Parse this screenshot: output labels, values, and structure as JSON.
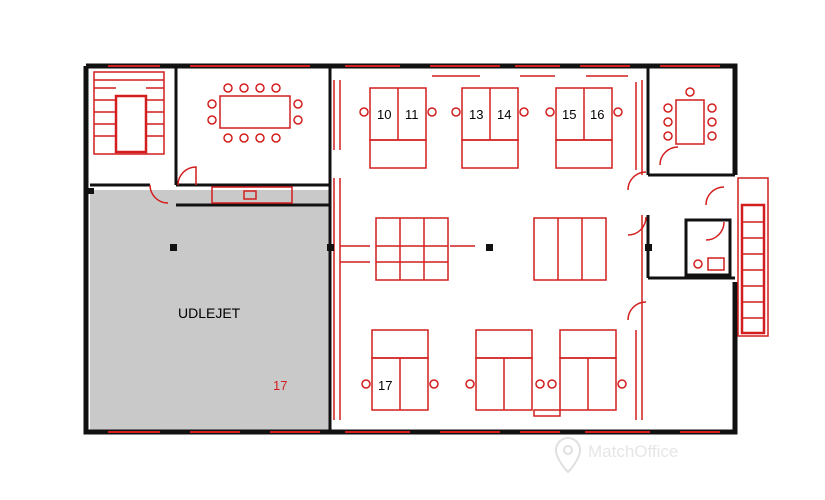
{
  "plan": {
    "rented_label": "UDLEJET",
    "rented_number": "17",
    "desk_numbers": [
      "10",
      "11",
      "13",
      "14",
      "15",
      "16",
      "17"
    ],
    "watermark": "MatchOffice",
    "colors": {
      "wall": "#111111",
      "furniture": "#d21e1e",
      "rented_fill": "#c9c9c9",
      "watermark": "#e6e6e6"
    }
  }
}
